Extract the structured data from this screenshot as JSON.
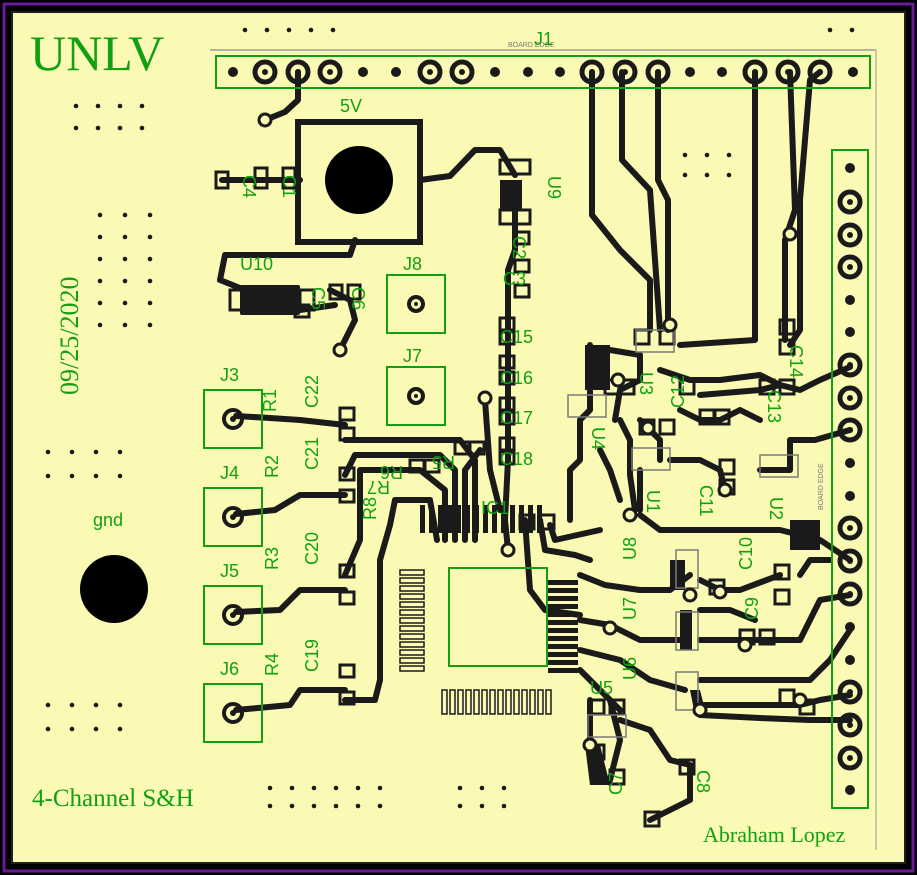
{
  "board": {
    "title": "UNLV",
    "date": "09/25/2020",
    "subtitle": "4-Channel S&H",
    "author": "Abraham Lopez",
    "board_edge_label": "BOARD EDGE",
    "colors": {
      "background": "#000000",
      "outline": "#6a1b9a",
      "board": "#fafab4",
      "trace": "#1a1a1a",
      "silk": "#12a012",
      "edge_line": "#9a9a9a"
    }
  },
  "labels": {
    "j1": "J1",
    "v5": "5V",
    "j3": "J3",
    "j4": "J4",
    "j5": "J5",
    "j6": "J6",
    "j7": "J7",
    "j8": "J8",
    "gnd": "gnd",
    "u10": "U10",
    "u9": "U9",
    "c1": "C1",
    "c2": "C2",
    "c3": "C3",
    "c4": "C4",
    "c5": "C5",
    "c6": "C6",
    "c7": "C7",
    "c8": "C8",
    "c9": "C9",
    "c10": "C10",
    "c11": "C11",
    "c12": "C12",
    "c13": "C13",
    "c14": "C14",
    "c15": "C15",
    "c16": "C16",
    "c17": "C17",
    "c18": "C18",
    "c19": "C19",
    "c20": "C20",
    "c21": "C21",
    "c22": "C22",
    "r1": "R1",
    "r2": "R2",
    "r3": "R3",
    "r4": "R4",
    "r5": "R5",
    "r6": "R6",
    "r7": "R7",
    "r8": "R8",
    "ic1": "IC1",
    "u1": "U1",
    "u2": "U2",
    "u3": "U3",
    "u4": "U4",
    "u5": "U5",
    "u6": "U6",
    "u7": "U7",
    "u8": "U8"
  }
}
